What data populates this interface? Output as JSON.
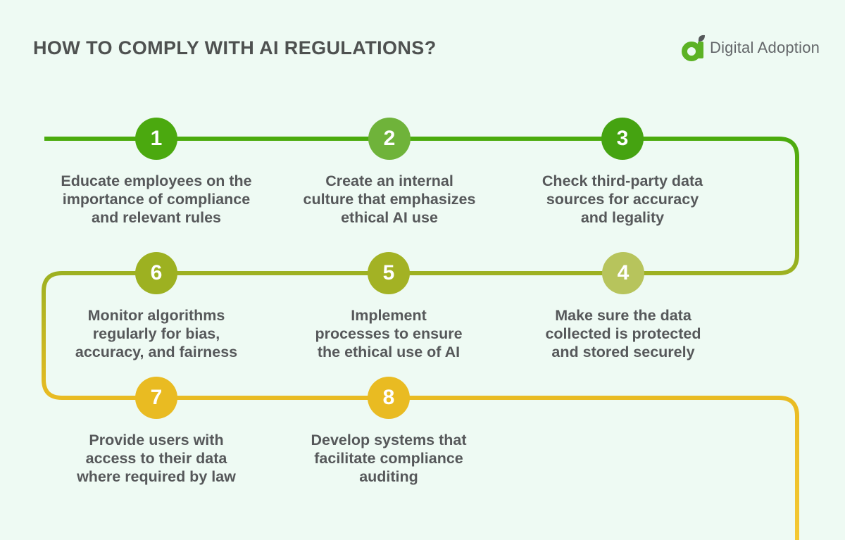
{
  "page": {
    "background": "#eefaf3"
  },
  "header": {
    "title": "HOW TO COMPLY WITH AI REGULATIONS?",
    "logo": {
      "brand": "Digital Adoption",
      "mark_green": "#5cb224",
      "mark_gray": "#55585a"
    }
  },
  "line_gradient": {
    "top": "#4aab0d",
    "mid": "#9db121",
    "low": "#e9bb22",
    "bottom": "#f4c833"
  },
  "steps": [
    {
      "number": "1",
      "color": "#4ba90f",
      "text": "Educate employees on the\nimportance of compliance\nand relevant rules"
    },
    {
      "number": "2",
      "color": "#6fb33a",
      "text": "Create an internal\nculture that emphasizes\nethical AI use"
    },
    {
      "number": "3",
      "color": "#45a311",
      "text": "Check third-party data\nsources for accuracy\nand legality"
    },
    {
      "number": "4",
      "color": "#b7c45c",
      "text": "Make sure the data\ncollected is protected\nand stored securely"
    },
    {
      "number": "5",
      "color": "#a3b224",
      "text": "Implement\nprocesses to ensure\nthe ethical use of AI"
    },
    {
      "number": "6",
      "color": "#9db121",
      "text": "Monitor algorithms\nregularly for bias,\naccuracy, and fairness"
    },
    {
      "number": "7",
      "color": "#e9bb22",
      "text": "Provide users with\naccess to their data\nwhere required by law"
    },
    {
      "number": "8",
      "color": "#e9bb22",
      "text": "Develop systems that\nfacilitate compliance\nauditing"
    }
  ]
}
